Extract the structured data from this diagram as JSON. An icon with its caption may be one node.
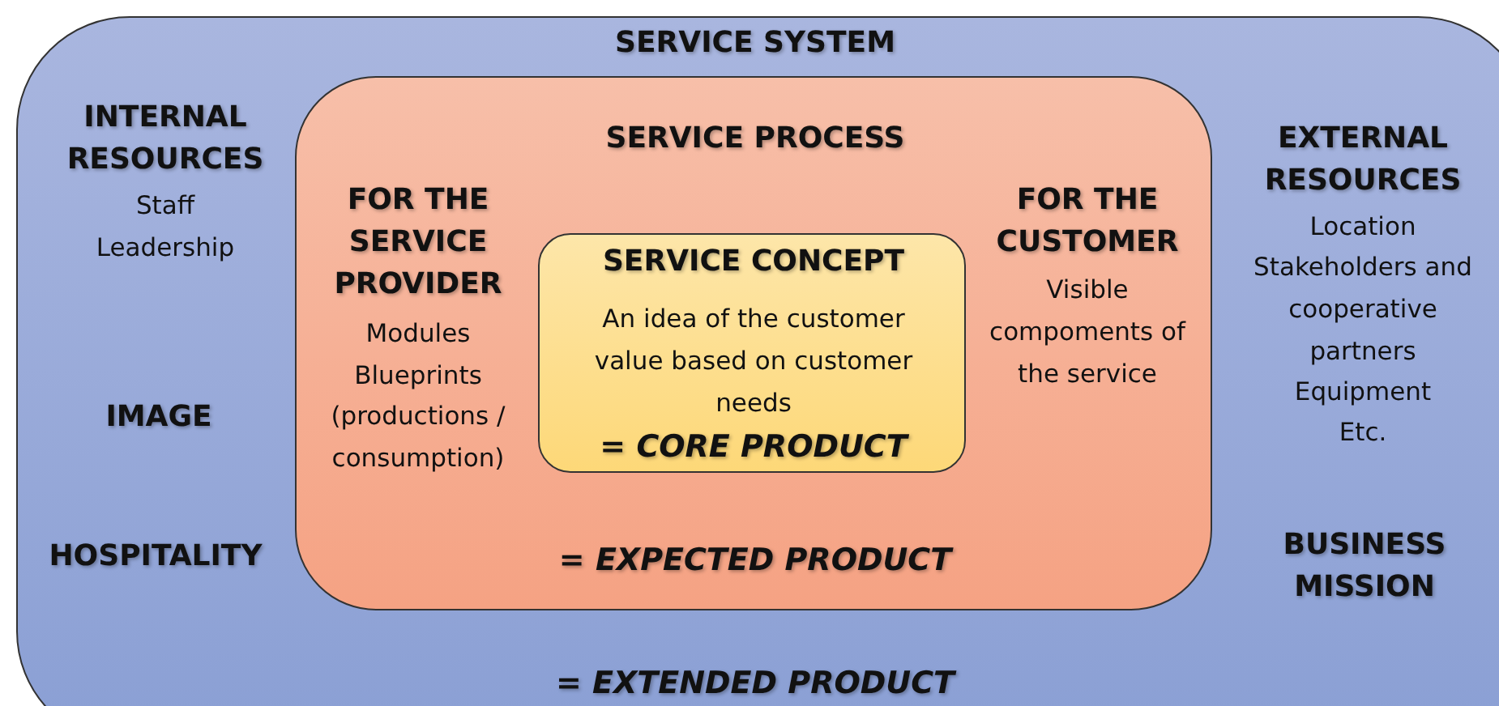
{
  "diagram": {
    "nodes": [
      {
        "text": [
          "SERVICE SYSTEM",
          "= EXTENDED PRODUCT"
        ]
      },
      {
        "text": [
          "SERVICE PROCESS",
          "= EXPECTED PRODUCT"
        ],
        "in": 0
      },
      {
        "text": [
          "SERVICE CONCEPT",
          "An idea of the customer value based on customer needs",
          "= CORE PRODUCT"
        ],
        "in": 1
      }
    ],
    "labels": [
      "INTERNAL RESOURCES",
      "Staff",
      "Leadership",
      "IMAGE",
      "HOSPITALITY",
      "FOR THE SERVICE PROVIDER",
      "Modules",
      "Blueprints",
      "(productions / consumption)",
      "FOR THE CUSTOMER",
      "Visible compoments of the service",
      "EXTERNAL RESOURCES",
      "Location",
      "Stakeholders and cooperative partners",
      "Equipment",
      "Etc.",
      "BUSINESS MISSION"
    ]
  }
}
